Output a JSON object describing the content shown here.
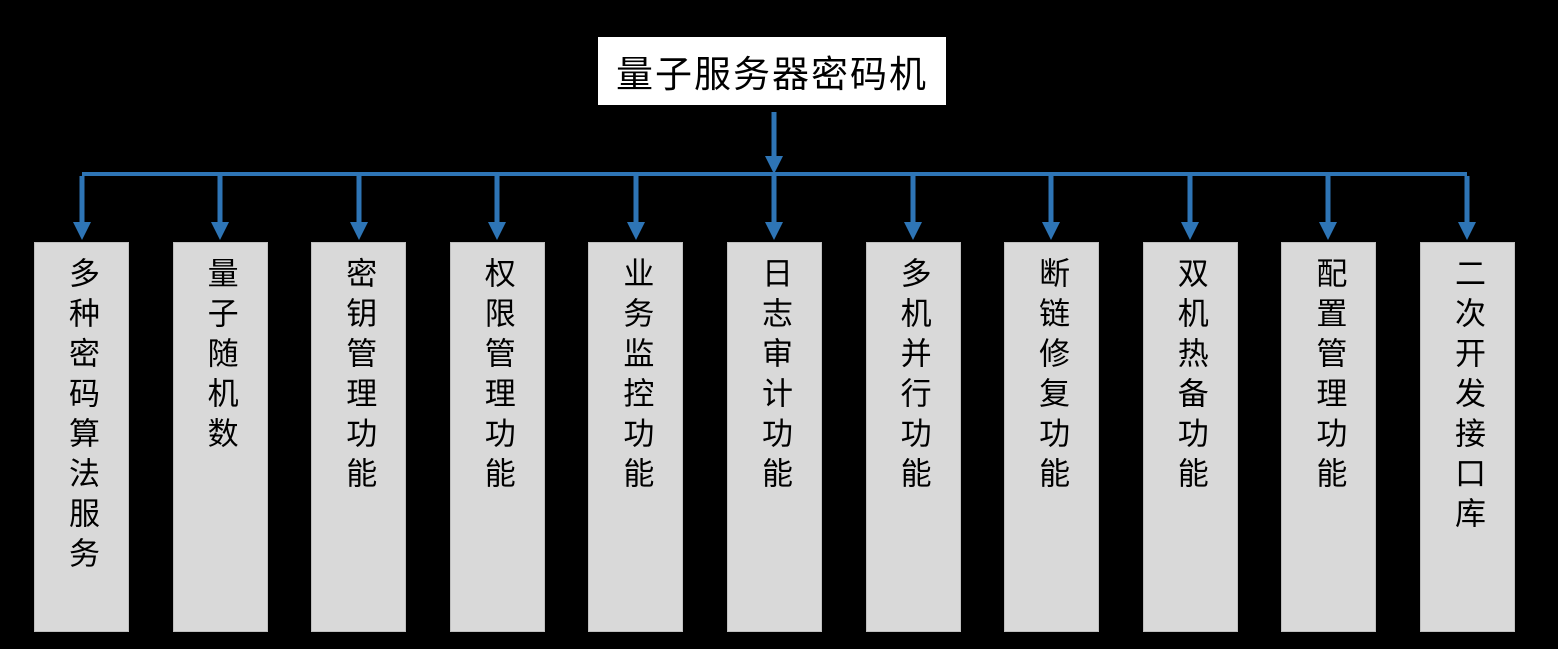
{
  "root": {
    "label": "量子服务器密码机"
  },
  "children": [
    {
      "label": "多种密码算法服务"
    },
    {
      "label": "量子随机数"
    },
    {
      "label": "密钥管理功能"
    },
    {
      "label": "权限管理功能"
    },
    {
      "label": "业务监控功能"
    },
    {
      "label": "日志审计功能"
    },
    {
      "label": "多机并行功能"
    },
    {
      "label": "断链修复功能"
    },
    {
      "label": "双机热备功能"
    },
    {
      "label": "配置管理功能"
    },
    {
      "label": "二次开发接口库"
    }
  ],
  "colors": {
    "background": "#000000",
    "connector": "#2E75B6",
    "root_fill": "#FFFFFF",
    "root_border": "#000000",
    "child_fill": "#D9D9D9",
    "text": "#000000"
  }
}
